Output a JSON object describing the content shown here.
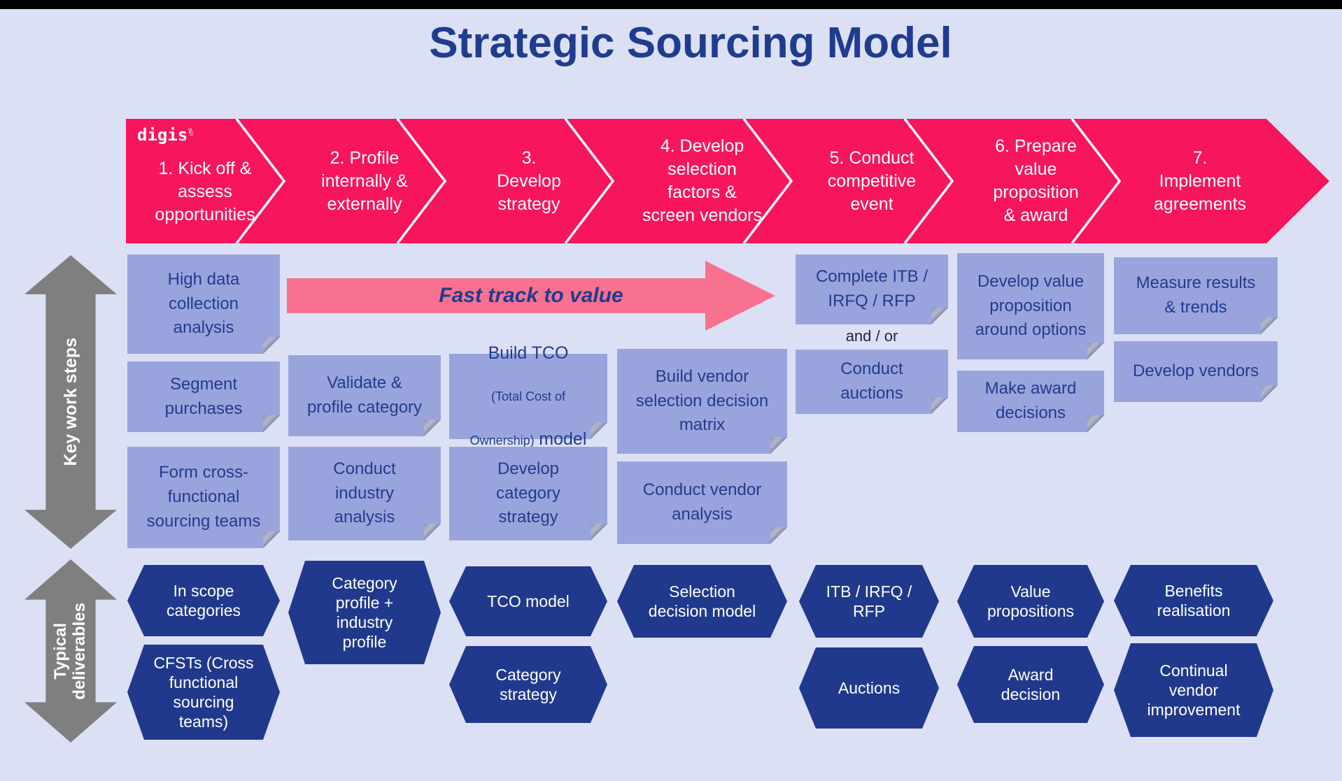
{
  "title": "Strategic Sourcing Model",
  "logo": {
    "text": "digis",
    "icon": "hand-icon",
    "icon_glyph": "✌"
  },
  "colors": {
    "background": "#dce0f5",
    "band_pink": "#f7155b",
    "fast_track_pink": "#f8718f",
    "note_fill": "#9aa4dc",
    "navy_text": "#203c8f",
    "hexagon_navy": "#21398c",
    "axis_gray": "#7f7f7f",
    "step_text": "#ffffff"
  },
  "process_steps": [
    {
      "label": "1. Kick off &\nassess\nopportunities"
    },
    {
      "label": "2. Profile\ninternally &\nexternally"
    },
    {
      "label": "3.\nDevelop\nstrategy"
    },
    {
      "label": "4. Develop\nselection\nfactors &\nscreen vendors"
    },
    {
      "label": "5. Conduct\ncompetitive\nevent"
    },
    {
      "label": "6. Prepare\nvalue\nproposition\n& award"
    },
    {
      "label": "7.\nImplement\nagreements"
    }
  ],
  "fast_track": {
    "label": "Fast track to value"
  },
  "key_work_steps": {
    "axis_label": "Key work steps",
    "notes": [
      {
        "text": "High data\ncollection\nanalysis"
      },
      {
        "text": "Segment\npurchases"
      },
      {
        "text": "Form cross-\nfunctional\nsourcing teams"
      },
      {
        "text": "Validate &\nprofile category"
      },
      {
        "text": "Conduct\nindustry\nanalysis"
      },
      {
        "text": "Develop\ncategory\nstrategy"
      },
      {
        "text": "Build vendor\nselection decision\nmatrix"
      },
      {
        "text": "Conduct vendor\nanalysis"
      },
      {
        "text": "Complete ITB /\nIRFQ / RFP"
      },
      {
        "text": "Conduct\nauctions"
      },
      {
        "text": "Develop value\nproposition\naround options"
      },
      {
        "text": "Make award\ndecisions"
      },
      {
        "text": "Measure results\n& trends"
      },
      {
        "text": "Develop vendors"
      }
    ],
    "tco_note": {
      "line1": "Build TCO",
      "line2": "(Total Cost of",
      "line3_small": "Ownership)",
      "line3_big": "model"
    },
    "and_or_label": "and / or"
  },
  "deliverables": {
    "axis_label": "Typical\ndeliverables",
    "items": [
      {
        "text": "In scope\ncategories"
      },
      {
        "text": "CFSTs (Cross\nfunctional\nsourcing\nteams)"
      },
      {
        "text": "Category\nprofile +\nindustry\nprofile"
      },
      {
        "text": "TCO model"
      },
      {
        "text": "Category\nstrategy"
      },
      {
        "text": "Selection\ndecision model"
      },
      {
        "text": "ITB / IRFQ /\nRFP"
      },
      {
        "text": "Auctions"
      },
      {
        "text": "Value\npropositions"
      },
      {
        "text": "Award\ndecision"
      },
      {
        "text": "Benefits\nrealisation"
      },
      {
        "text": "Continual\nvendor\nimprovement"
      }
    ]
  }
}
